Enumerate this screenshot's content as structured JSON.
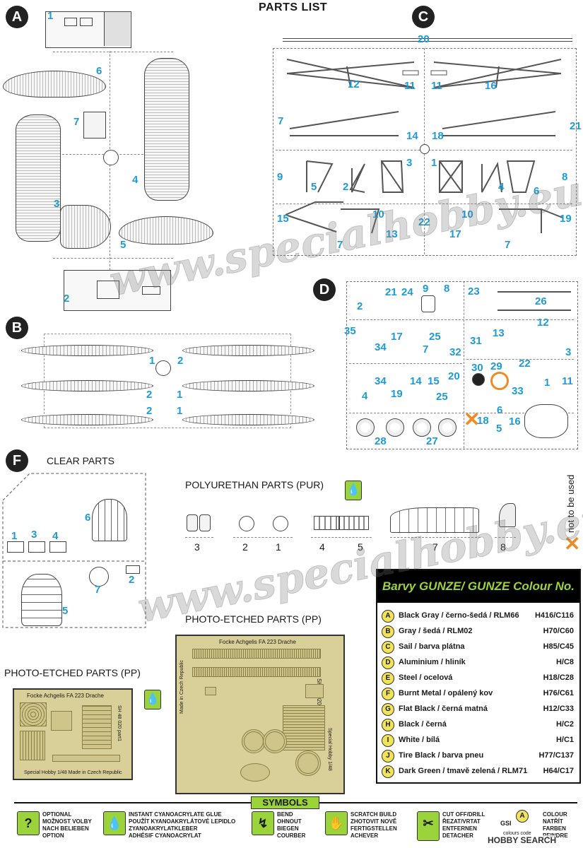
{
  "title": "PARTS LIST",
  "sections": {
    "a": "A",
    "b": "B",
    "c": "C",
    "d": "D",
    "f": "F"
  },
  "sprue_a": {
    "numbers": [
      "1",
      "6",
      "7",
      "4",
      "3",
      "5",
      "2"
    ]
  },
  "sprue_b": {
    "numbers": [
      "1",
      "2",
      "2",
      "1",
      "2",
      "1"
    ]
  },
  "sprue_c": {
    "numbers": [
      "20",
      "12",
      "11",
      "11",
      "16",
      "7",
      "14",
      "18",
      "21",
      "9",
      "5",
      "2",
      "3",
      "1",
      "4",
      "6",
      "8",
      "15",
      "10",
      "13",
      "22",
      "17",
      "10",
      "19",
      "7",
      "7"
    ]
  },
  "sprue_d": {
    "numbers": [
      "2",
      "21",
      "24",
      "9",
      "8",
      "23",
      "26",
      "35",
      "17",
      "25",
      "13",
      "12",
      "31",
      "3",
      "34",
      "7",
      "32",
      "22",
      "30",
      "29",
      "34",
      "14",
      "15",
      "20",
      "33",
      "1",
      "11",
      "4",
      "19",
      "25",
      "6",
      "18",
      "16",
      "5",
      "28",
      "27"
    ]
  },
  "clear": {
    "title": "CLEAR PARTS",
    "numbers": [
      "1",
      "3",
      "4",
      "6",
      "7",
      "2",
      "5"
    ]
  },
  "pur": {
    "title": "POLYURETHAN PARTS (PUR)",
    "labels": [
      "3",
      "2",
      "1",
      "4",
      "5",
      "7",
      "8"
    ],
    "not_used": "not to be used"
  },
  "pe_small": {
    "title": "PHOTO-ETCHED PARTS (PP)",
    "fret_title": "Focke Achgelis FA 223 Drache",
    "fret_code": "SH 48 020 part1",
    "fret_footer": "Special Hobby 1/48     Made in Czech Republic"
  },
  "pe_large": {
    "title": "PHOTO-ETCHED PARTS (PP)",
    "fret_title": "Focke Achgelis FA 223 Drache",
    "fret_code": "SH 48 020 part2",
    "fret_side": "Made in Czech Republic",
    "fret_side2": "Special Hobby 1/48"
  },
  "watermark": "www.specialhobby.eu",
  "colours": {
    "header": "Barvy GUNZE/ GUNZE Colour No.",
    "rows": [
      {
        "letter": "A",
        "name": "Black Gray / černo-šedá / RLM66",
        "code": "H416/C116"
      },
      {
        "letter": "B",
        "name": "Gray / šedá / RLM02",
        "code": "H70/C60"
      },
      {
        "letter": "C",
        "name": "Sail / barva plátna",
        "code": "H85/C45"
      },
      {
        "letter": "D",
        "name": "Aluminium / hliník",
        "code": "H/C8"
      },
      {
        "letter": "E",
        "name": "Steel / ocelová",
        "code": "H18/C28"
      },
      {
        "letter": "F",
        "name": "Burnt Metal / opálený kov",
        "code": "H76/C61"
      },
      {
        "letter": "G",
        "name": "Flat Black / černá matná",
        "code": "H12/C33"
      },
      {
        "letter": "H",
        "name": "Black / černá",
        "code": "H/C2"
      },
      {
        "letter": "I",
        "name": "White / bílá",
        "code": "H/C1"
      },
      {
        "letter": "J",
        "name": "Tire Black / barva pneu",
        "code": "H77/C137"
      },
      {
        "letter": "K",
        "name": "Dark Green / tmavě zelená / RLM71",
        "code": "H64/C17"
      }
    ]
  },
  "symbols": {
    "title": "SYMBOLS",
    "items": [
      {
        "icon": "?",
        "text": "OPTIONAL\nMOŽNOST VOLBY\nNACH BELIEBEN\nOPTION"
      },
      {
        "icon": "💧",
        "text": "INSTANT CYANOACRYLATE GLUE\nPOUŽÍT KYANOAKRYLÁTOVÉ LEPIDLO\nZYANOAKRYLATKLEBER\nADHÉSIF CYANOACRYLAT"
      },
      {
        "icon": "↯",
        "text": "BEND\nOHNOUT\nBIEGEN\nCOURBER"
      },
      {
        "icon": "✋",
        "text": "SCRATCH BUILD\nZHOTOVIT NOVĚ\nFERTIGSTELLEN\nACHEVER"
      },
      {
        "icon": "✂",
        "text": "CUT OFF/DRILL\nŘEZAT/VRTAT\nENTFERNEN\nDETACHER"
      },
      {
        "icon": "A",
        "text": "COLOUR\nNATŘÍT\nFARBEN\nPEINDRE"
      }
    ],
    "gsi": "GSI",
    "colours_code": "colours code",
    "stamp": "HOBBY SEARCH"
  }
}
